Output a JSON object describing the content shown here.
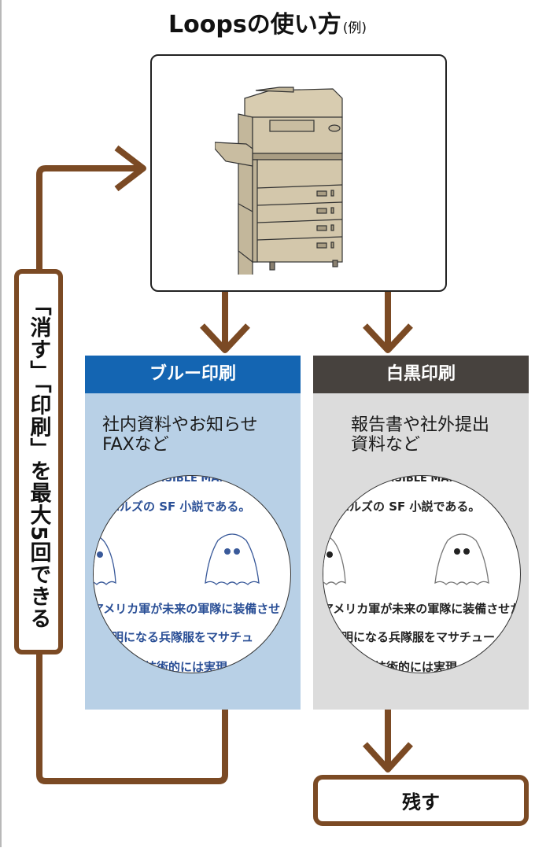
{
  "title": {
    "main": "Loopsの使い方",
    "note": "(例)"
  },
  "colors": {
    "arrow": "#7b4a24",
    "blue_header": "#1465b2",
    "blue_panel": "#b8d0e6",
    "gray_header": "#47423e",
    "gray_panel": "#dcdcdc",
    "blue_text": "#2a4f96"
  },
  "device": {
    "icon": "copier-machine-icon"
  },
  "loop_label": "「消す」「印刷」を最大5回できる",
  "panels": [
    {
      "id": "blue",
      "header": "ブルー印刷",
      "desc_line1": "社内資料やお知らせ",
      "desc_line2": "FAXなど",
      "sample_lines": [
        "INVISIBLE MAN",
        "エルズの SF 小説である。",
        "アメリカ軍が未来の軍隊に装備させ",
        "透明になる兵隊服をマサチュ",
        "が技術的には実現"
      ]
    },
    {
      "id": "gray",
      "header": "白黒印刷",
      "desc_line1": "報告書や社外提出",
      "desc_line2": "資料など",
      "sample_lines": [
        "INVISIBLE MAN",
        "エルズの SF 小説である。",
        "アメリカ軍が未来の軍隊に装備させた",
        "透明になる兵隊服をマサチュー",
        "が技術的には実現"
      ]
    }
  ],
  "keep_box": "残す"
}
